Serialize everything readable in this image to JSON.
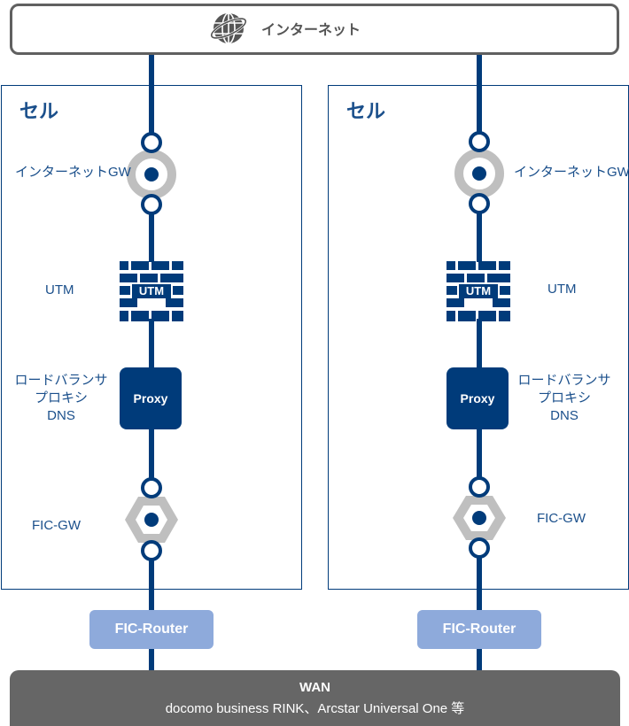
{
  "internet": {
    "label": "インターネット",
    "icon": "globe-icon"
  },
  "cells": [
    {
      "title": "セル",
      "internet_gw": "インターネットGW",
      "utm_label": "UTM",
      "utm_badge": "UTM",
      "proxy_box": "Proxy",
      "proxy_labels": [
        "ロードバランサ",
        "プロキシ",
        "DNS"
      ],
      "fic_gw": "FIC-GW",
      "router": "FIC-Router"
    },
    {
      "title": "セル",
      "internet_gw": "インターネットGW",
      "utm_label": "UTM",
      "utm_badge": "UTM",
      "proxy_box": "Proxy",
      "proxy_labels": [
        "ロードバランサ",
        "プロキシ",
        "DNS"
      ],
      "fic_gw": "FIC-GW",
      "router": "FIC-Router"
    }
  ],
  "wan": {
    "title": "WAN",
    "subtitle": "docomo business RINK、Arcstar Universal One 等"
  },
  "colors": {
    "navy": "#003b7a",
    "text_blue": "#1a4f8b",
    "gray_ring": "#bfbfbf",
    "router": "#8eaadb",
    "wan": "#666666",
    "border": "#606060"
  }
}
